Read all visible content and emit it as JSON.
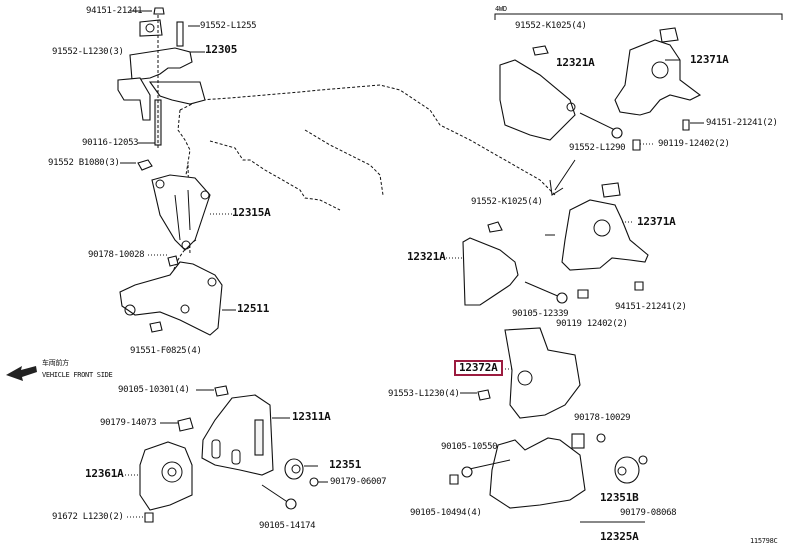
{
  "diagram": {
    "title_group_4wd": "4WD",
    "figure_code": "115798C",
    "vehicle_front": {
      "jp_text": "车両前方",
      "en_text": "VEHICLE FRONT SIDE",
      "icon": "arrow-left-icon"
    },
    "highlighted_part": "12372A",
    "highlight_color": "#9b1b3f",
    "labels": {
      "l94151_top": "94151-21241",
      "l91552_l1255": "91552-L1255",
      "l91552_l1230": "91552-L1230(3)",
      "l12305": "12305",
      "l90116": "90116-12053",
      "l91552_b1080": "91552 B1080(3)",
      "l12315a": "12315A",
      "l90178_10028": "90178-10028",
      "l12511": "12511",
      "l91551": "91551-F0825(4)",
      "l90105_10301": "90105-10301(4)",
      "l90179_14073": "90179-14073",
      "l12311a": "12311A",
      "l12361a": "12361A",
      "l12351": "12351",
      "l90179_06007": "90179-06007",
      "l91672": "91672 L1230(2)",
      "l90105_14174": "90105-14174",
      "r91552_k1025_top": "91552-K1025(4)",
      "r12321a_top": "12321A",
      "r12371a_top": "12371A",
      "r94151_top": "94151-21241(2)",
      "r91552_l1290": "91552-L1290",
      "r90119_top": "90119-12402(2)",
      "r91552_k1025": "91552-K1025(4)",
      "r12321a": "12321A",
      "r12371a": "12371A",
      "r90105_12339": "90105-12339",
      "r90119": "90119 12402(2)",
      "r94151": "94151-21241(2)",
      "r12372a": "12372A",
      "r91553": "91553-L1230(4)",
      "r90178_10029": "90178-10029",
      "r90105_10550": "90105-10550",
      "r90105_10494": "90105-10494(4)",
      "r12351b": "12351B",
      "r90179_08068": "90179-08068",
      "r12325a": "12325A"
    }
  }
}
